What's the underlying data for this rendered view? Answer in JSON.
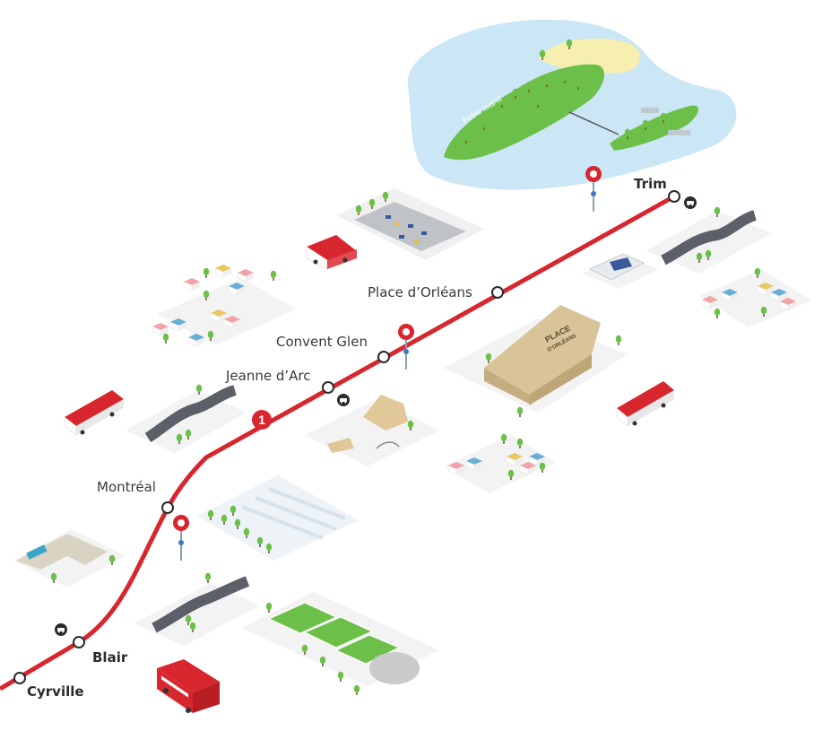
{
  "line": {
    "number": "1",
    "color": "#d8262e"
  },
  "stations": [
    {
      "name": "Trim",
      "bold": true
    },
    {
      "name": "Place d’Orléans",
      "bold": false
    },
    {
      "name": "Convent Glen",
      "bold": false
    },
    {
      "name": "Jeanne d’Arc",
      "bold": false
    },
    {
      "name": "Montréal",
      "bold": false
    },
    {
      "name": "Blair",
      "bold": true
    },
    {
      "name": "Cyrville",
      "bold": true
    }
  ],
  "landmarks": {
    "island": "Petrie Island",
    "mall_line1": "PLACE",
    "mall_line2": "D'ORLÉANS"
  },
  "icons": [
    "park-and-ride-icon",
    "location-pin-icon",
    "bus-icon",
    "food-truck-icon",
    "double-decker-bus-icon"
  ]
}
